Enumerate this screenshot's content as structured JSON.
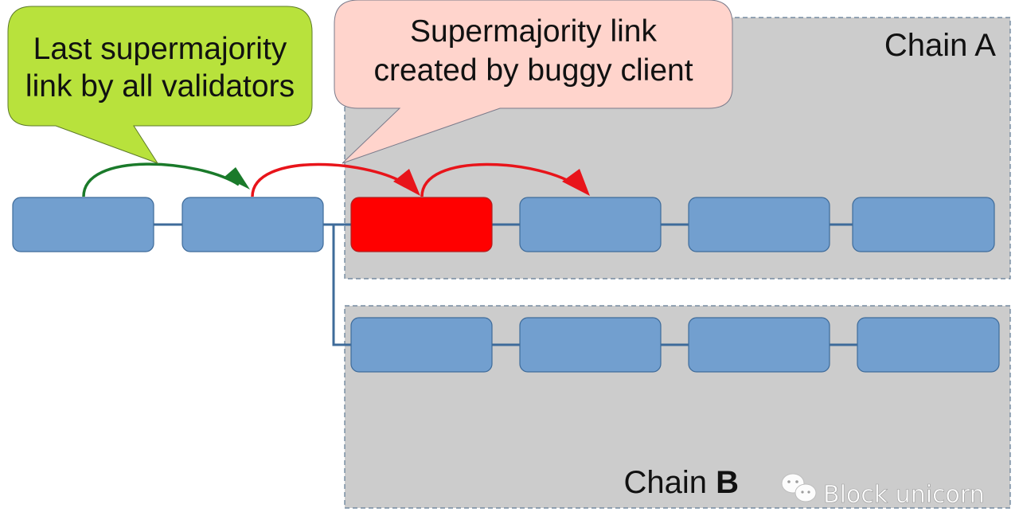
{
  "callouts": {
    "green": {
      "lines": [
        "Last supermajority",
        "link by all validators"
      ],
      "fill": "#b8e23c"
    },
    "pink": {
      "lines": [
        "Supermajority link",
        "created by buggy client"
      ],
      "fill": "#ffd4cc"
    }
  },
  "regions": {
    "chain_a": {
      "label": "Chain A"
    },
    "chain_b": {
      "label_prefix": "Chain ",
      "label_bold": "B"
    }
  },
  "colors": {
    "block": "#729fcf",
    "block_border": "#3e6b9a",
    "buggy_block": "#ff0000",
    "region_fill": "#cccccc",
    "green_link": "#1a7a2a",
    "red_link": "#e8141a"
  },
  "blocks": {
    "main_chain_count": 2,
    "chain_a_count": 4,
    "chain_b_count": 4,
    "buggy_index_in_chain_a": 0
  },
  "links": [
    {
      "from": "block-1",
      "to": "block-2",
      "kind": "justified-by-all",
      "color": "green"
    },
    {
      "from": "block-2",
      "to": "chain-a-block-1",
      "kind": "buggy",
      "color": "red"
    },
    {
      "from": "chain-a-block-1",
      "to": "chain-a-block-2",
      "kind": "buggy",
      "color": "red"
    }
  ],
  "watermark": {
    "icon": "wechat-icon",
    "text": "Block unicorn"
  }
}
